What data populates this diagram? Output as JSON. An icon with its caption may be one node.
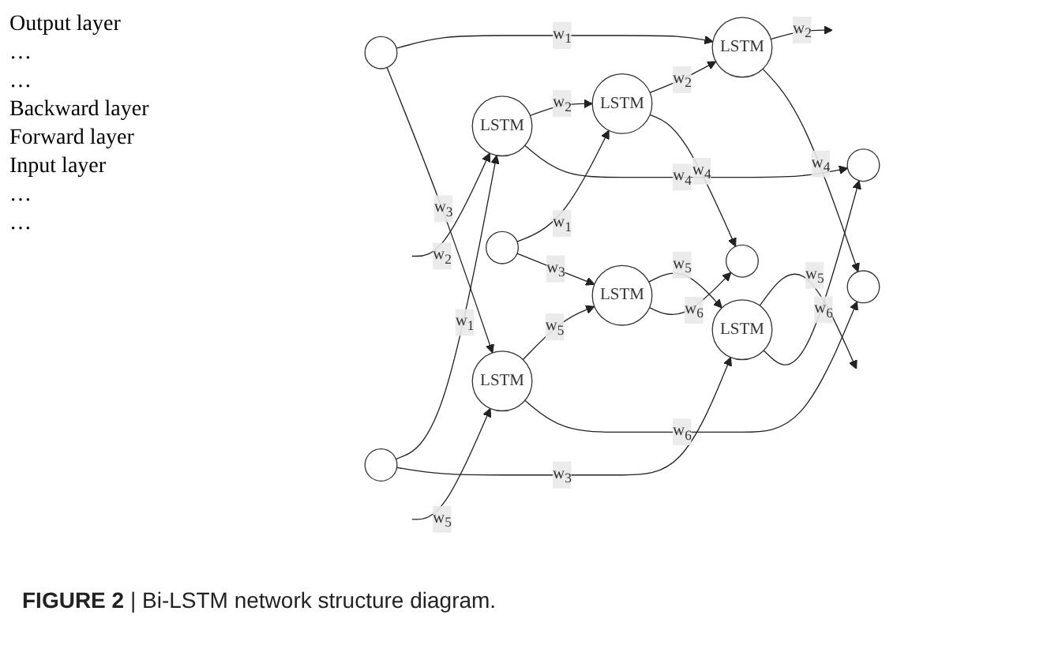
{
  "diagram": {
    "caption": "**FIGURE 2** | Bi-LSTM network structure diagram.",
    "nodes": [
      {
        "text": [],
        "shape": "circle"
      },
      {
        "text": [],
        "shape": "circle"
      },
      {
        "text": [],
        "shape": "circle"
      },
      {
        "text": [
          "LSTM"
        ]
      },
      {
        "text": [
          "LSTM"
        ]
      },
      {
        "text": [
          "LSTM"
        ]
      },
      {
        "text": [
          "LSTM"
        ]
      },
      {
        "text": [
          "LSTM"
        ]
      },
      {
        "text": [
          "LSTM"
        ]
      },
      {
        "text": [],
        "shape": "circle"
      },
      {
        "text": [],
        "shape": "circle"
      },
      {
        "text": [],
        "shape": "circle"
      }
    ],
    "edges": [
      {
        "from": 9,
        "to": 6,
        "arrow": "to",
        "label": "w$_{1}$"
      },
      {
        "from": 10,
        "to": 7,
        "arrow": "to",
        "label": "w$_{1}$"
      },
      {
        "from": 11,
        "to": 8,
        "arrow": "to",
        "label": "w$_{1}$"
      },
      {
        "from": null,
        "to": 6,
        "arrow": "to",
        "label": "w$_{2}$"
      },
      {
        "from": 6,
        "to": 7,
        "arrow": "to",
        "label": "w$_{2}$"
      },
      {
        "from": 7,
        "to": 8,
        "arrow": "to",
        "label": "w$_{2}$"
      },
      {
        "from": 8,
        "to": null,
        "arrow": "to",
        "label": "w$_{2}$"
      },
      {
        "from": 9,
        "to": 3,
        "arrow": "to",
        "label": "w$_{3}$"
      },
      {
        "from": 10,
        "to": 4,
        "arrow": "to",
        "label": "w$_{3}$"
      },
      {
        "from": 11,
        "to": 5,
        "arrow": "to",
        "label": "w$_{3}$"
      },
      {
        "from": 6,
        "to": 0,
        "arrow": "to",
        "label": "w$_{4}$"
      },
      {
        "from": 7,
        "to": 1,
        "arrow": "to",
        "label": "w$_{4}$"
      },
      {
        "from": 8,
        "to": 2,
        "arrow": "to",
        "label": "w$_{4}$"
      },
      {
        "from": null,
        "to": 5,
        "arrow": "to",
        "label": "w$_{5}$"
      },
      {
        "from": 5,
        "to": 4,
        "arrow": "to",
        "label": "w$_{5}$"
      },
      {
        "from": 4,
        "to": 3,
        "arrow": "to",
        "label": "w$_{5}$"
      },
      {
        "from": 3,
        "to": null,
        "arrow": "to",
        "label": "w$_{5}$"
      },
      {
        "from": 3,
        "to": 0,
        "arrow": "to",
        "label": "w$_{6}$"
      },
      {
        "from": 4,
        "to": 1,
        "arrow": "to",
        "label": "w$_{6}$"
      },
      {
        "from": 5,
        "to": 2,
        "arrow": "to",
        "label": "w$_{6}$"
      }
    ],
    "labels": [
      "Output layer",
      "…",
      "…",
      "Backward layer",
      "Forward layer",
      "Input layer",
      "…",
      "…"
    ]
  }
}
